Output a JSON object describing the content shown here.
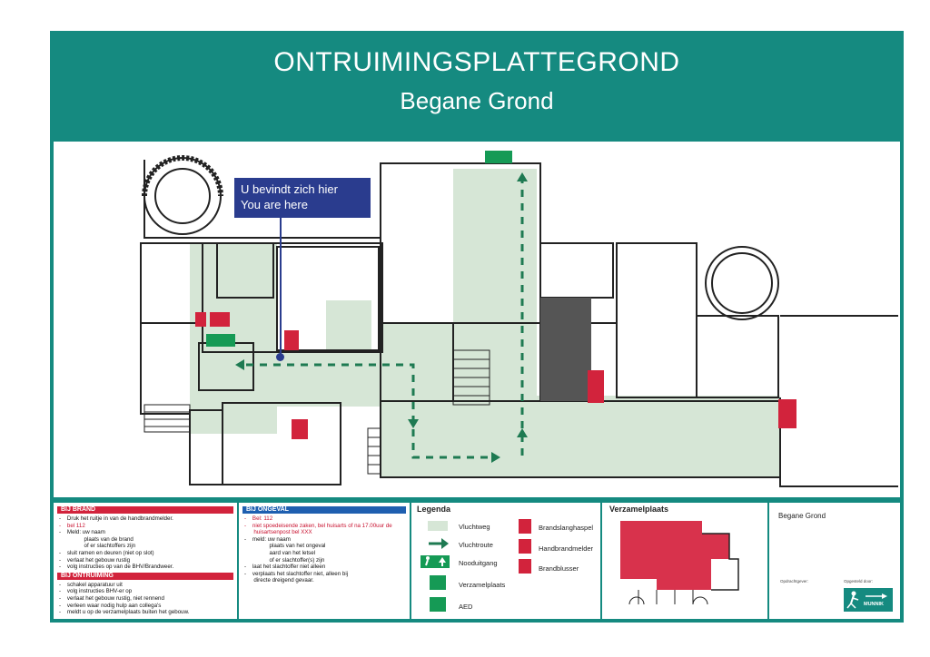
{
  "header": {
    "title": "ONTRUIMINGSPLATTEGROND",
    "subtitle": "Begane Grond"
  },
  "plan": {
    "you_are_here_nl": "U bevindt zich hier",
    "you_are_here_en": "You are here"
  },
  "bij_brand": {
    "heading": "BIJ BRAND",
    "color": "#d2233c",
    "items": [
      "-    Druk het ruitje in van de handbrandmelder.",
      "-    bel 112",
      "-    Meld: uw naam",
      "                plaats van de brand",
      "                of er slachtoffers zijn",
      "-    sluit ramen en deuren (niet op slot)",
      "-    verlaat het gebouw rustig",
      "-    volg instructies op van de BHV/Brandweer."
    ]
  },
  "ontruiming": {
    "heading": "BIJ ONTRUIMING",
    "color": "#d2233c",
    "items": [
      "-    schakel apparatuur uit",
      "-    volg instructies BHV-er op",
      "-    verlaat het gebouw rustig, niet rennend",
      "-    verleen waar nodig hulp aan collega's",
      "-    meldt u op de verzamelplaats buiten het gebouw."
    ]
  },
  "bij_ongeval": {
    "heading": "BIJ ONGEVAL",
    "color": "#1f5fb0",
    "items": [
      "-    Bel: 112",
      "-    niet spoedeisende zaken, bel huisarts of na 17.00uur de",
      "      huisartsenpost bel XXX",
      "-    meld: uw naam",
      "                plaats van het ongeval",
      "                aard van het letsel",
      "                of er slachtoffer(s) zijn",
      "-    laat het slachtoffer niet alleen",
      "-    verplaats het slachtoffer niet, alleen bij",
      "      directe dreigend gevaar."
    ]
  },
  "legenda": {
    "title": "Legenda",
    "vluchtweg": "Vluchtweg",
    "vluchtroute": "Vluchtroute",
    "nooduitgang": "Nooduitgang",
    "verzamelplaats": "Verzamelplaats",
    "aed": "AED",
    "brandslanghaspel": "Brandslanghaspel",
    "handbrandmelder": "Handbrandmelder",
    "brandblusser": "Brandblusser",
    "vluchtweg_color": "#d6e6d6",
    "route_color": "#1e7a52"
  },
  "verzamelplaats": {
    "title": "Verzamelplaats",
    "area_color": "#d8324c"
  },
  "info": {
    "title": "Begane Grond",
    "opdrachtgever": "Opdrachtgever:",
    "opgesteld_door": "Opgesteld door:",
    "logo": "MUNNIK"
  },
  "colors": {
    "frame": "#158a80",
    "exit_green": "#159a55",
    "fire_red": "#d2233c",
    "marker_blue": "#2a3c8e"
  }
}
